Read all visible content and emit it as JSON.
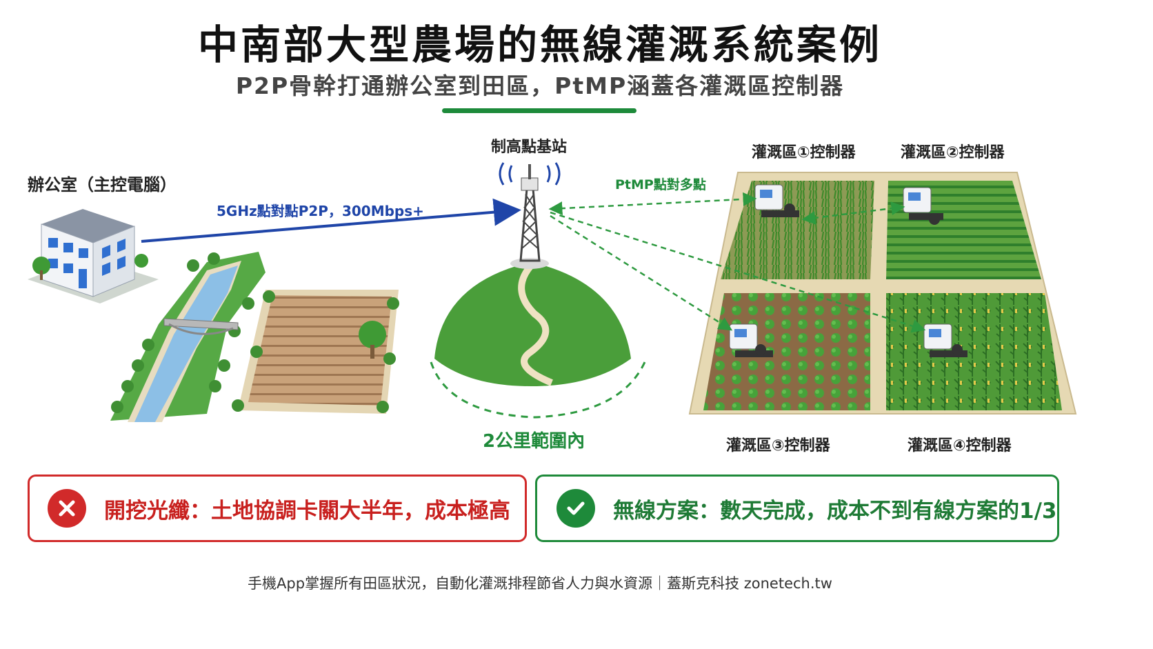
{
  "title": "中南部大型農場的無線灌溉系統案例",
  "subtitle": "P2P骨幹打通辦公室到田區，PtMP涵蓋各灌溉區控制器",
  "nodes": {
    "office": "辦公室（主控電腦）",
    "tower": "制高點基站",
    "zone1": "灌溉區①控制器",
    "zone2": "灌溉區②控制器",
    "zone3": "灌溉區③控制器",
    "zone4": "灌溉區④控制器"
  },
  "links": {
    "p2p": "5GHz點對點P2P，300Mbps+",
    "ptmp": "PtMP點對多點",
    "range": "2公里範圍內"
  },
  "comparison": {
    "bad": "開挖光纖：土地協調卡關大半年，成本極高",
    "good": "無線方案：數天完成，成本不到有線方案的1/3"
  },
  "footer": "手機App掌握所有田區狀況，自動化灌溉排程節省人力與水資源｜蓋斯克科技 zonetech.tw",
  "colors": {
    "accent_green": "#1d8a3a",
    "p2p_blue": "#1f45a8",
    "bad_red": "#d12a2a",
    "good_green": "#1e8a3a"
  },
  "icons": [
    "building-icon",
    "river-icon",
    "bridge-icon",
    "tower-icon",
    "hill-icon",
    "controller-icon",
    "cross-icon",
    "check-icon"
  ]
}
